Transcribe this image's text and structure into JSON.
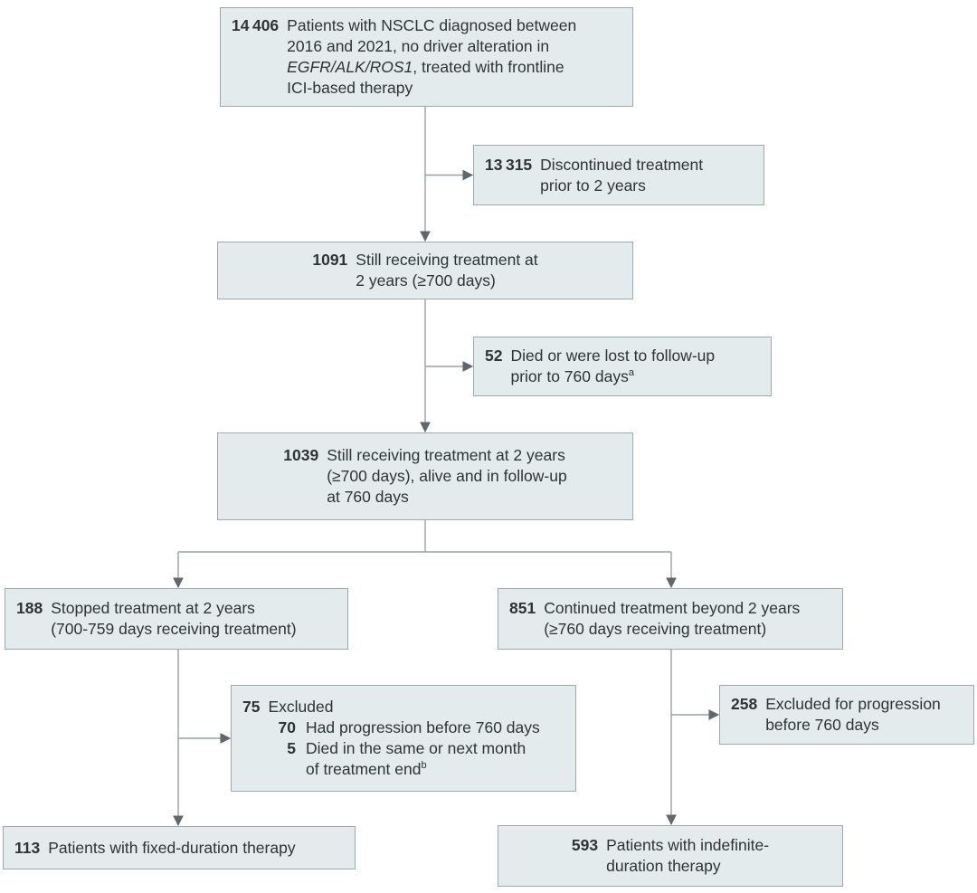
{
  "figure": {
    "type": "patient-flow-diagram",
    "colors": {
      "box_fill": "#e4ebed",
      "box_border": "#9fa9ad",
      "connector_line": "#9aa0a3",
      "arrowhead": "#60686d",
      "text": "#2f3337",
      "background": "#ffffff"
    }
  },
  "boxes": {
    "b1": {
      "n": "14 406",
      "text_pre": "Patients with NSCLC diagnosed between\n2016 and 2021, no driver alteration in\n",
      "text_italic": "EGFR/ALK/ROS1",
      "text_post": ", treated with frontline\nICI-based therapy"
    },
    "b2": {
      "n": "13 315",
      "text": "Discontinued treatment\nprior to 2 years"
    },
    "b3": {
      "n": "1091",
      "text": "Still receiving treatment at\n2 years (≥700 days)"
    },
    "b4": {
      "n": "52",
      "text": "Died or were lost to follow-up\nprior to 760 days",
      "sup": "a"
    },
    "b5": {
      "n": "1039",
      "text": "Still receiving treatment at 2 years\n(≥700 days), alive and in follow-up\nat 760 days"
    },
    "b6": {
      "n": "188",
      "text": "Stopped treatment at 2 years\n(700-759 days receiving treatment)"
    },
    "b7": {
      "n": "851",
      "text": "Continued treatment beyond 2 years\n(≥760 days receiving treatment)"
    },
    "b8": {
      "n": "75",
      "text": "Excluded",
      "items": [
        {
          "n": "70",
          "text": "Had progression before 760 days"
        },
        {
          "n": "5",
          "text": "Died in the same or next month\nof treatment end",
          "sup": "b"
        }
      ]
    },
    "b9": {
      "n": "258",
      "text": "Excluded for progression\nbefore 760 days"
    },
    "b10": {
      "n": "113",
      "text": "Patients with fixed-duration therapy"
    },
    "b11": {
      "n": "593",
      "text": "Patients with indefinite-\nduration therapy"
    }
  }
}
